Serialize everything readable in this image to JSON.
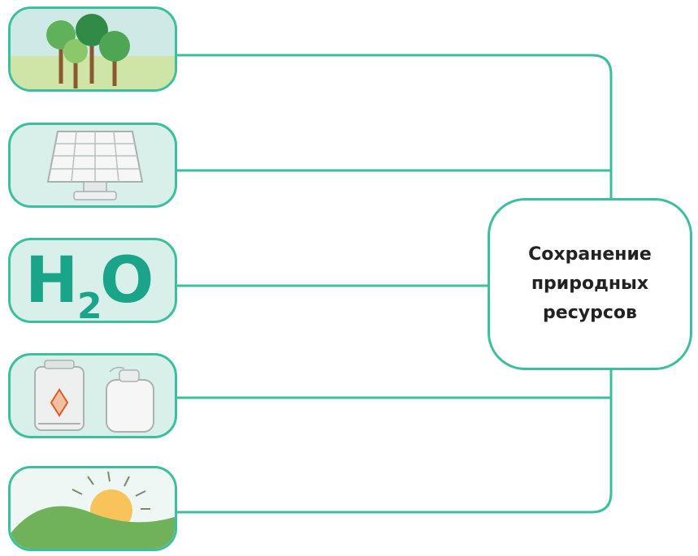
{
  "colors": {
    "accent": "#3cbf9f",
    "tile_bg": "#d8f0e9",
    "h2o_text": "#1aa58a"
  },
  "central_node": {
    "lines": [
      "Сохранение",
      "природных",
      "ресурсов"
    ]
  },
  "resource_nodes": [
    {
      "name": "forest",
      "icon": "forest-icon"
    },
    {
      "name": "solar-panel",
      "icon": "solar-panel-icon"
    },
    {
      "name": "water",
      "icon": "water-icon",
      "formula": {
        "main1": "H",
        "sub": "2",
        "main2": "O"
      }
    },
    {
      "name": "fuel-containers",
      "icon": "fuel-canister-icon"
    },
    {
      "name": "sun-landscape",
      "icon": "sun-landscape-icon"
    }
  ]
}
